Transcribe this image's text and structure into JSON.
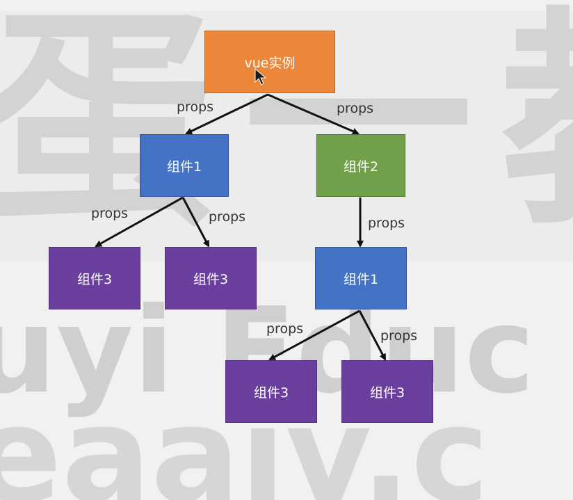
{
  "watermark": {
    "row1": "蛋一教",
    "row2": "uyi Educ",
    "row3": "eaaiv.c"
  },
  "nodes": {
    "root": "vue实例",
    "a": "组件1",
    "b": "组件2",
    "a1": "组件3",
    "a2": "组件3",
    "b1": "组件1",
    "b1a": "组件3",
    "b1b": "组件3"
  },
  "edges": {
    "root_a": "props",
    "root_b": "props",
    "a_a1": "props",
    "a_a2": "props",
    "b_b1": "props",
    "b1_b1a": "props",
    "b1_b1b": "props"
  },
  "colors": {
    "root": "#ec8739",
    "component1": "#4472c4",
    "component2": "#70a04a",
    "component3": "#6b3fa0",
    "arrow": "#111111"
  }
}
